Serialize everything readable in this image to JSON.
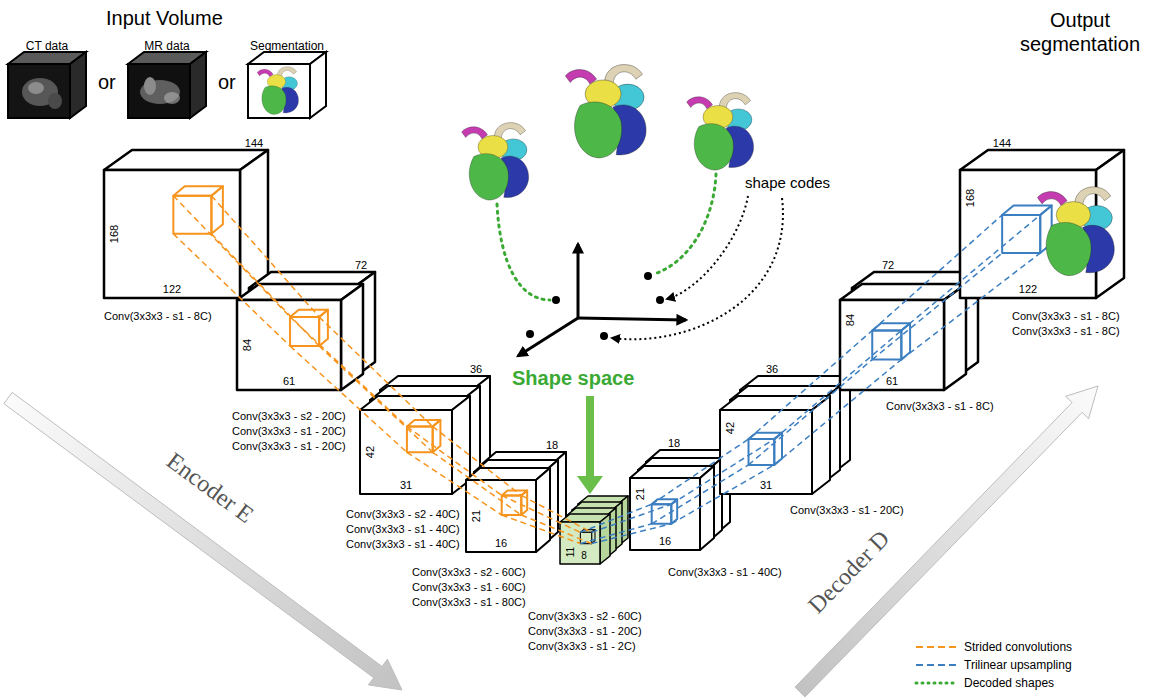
{
  "diagram": {
    "nodes": [
      {
        "text": [
          "144",
          "168",
          "122"
        ]
      },
      {
        "text": [
          "72",
          "84",
          "61"
        ]
      },
      {
        "text": [
          "36",
          "42",
          "31"
        ]
      },
      {
        "text": [
          "18",
          "21",
          "16"
        ]
      },
      {
        "text": [
          "11",
          "8"
        ]
      },
      {
        "text": [
          "18",
          "21",
          "16"
        ]
      },
      {
        "text": [
          "36",
          "42",
          "31"
        ]
      },
      {
        "text": [
          "72",
          "84",
          "61"
        ]
      },
      {
        "text": [
          "144",
          "168",
          "122"
        ]
      }
    ],
    "edges": [
      {
        "from": 0,
        "to": 1,
        "arrow": "none"
      },
      {
        "from": 1,
        "to": 2,
        "arrow": "none"
      },
      {
        "from": 2,
        "to": 3,
        "arrow": "none"
      },
      {
        "from": 3,
        "to": 4,
        "arrow": "none"
      },
      {
        "from": 4,
        "to": 5,
        "arrow": "none"
      },
      {
        "from": 5,
        "to": 6,
        "arrow": "none"
      },
      {
        "from": 6,
        "to": 7,
        "arrow": "none"
      },
      {
        "from": 7,
        "to": 8,
        "arrow": "none"
      }
    ],
    "labels": [
      "Input Volume",
      "CT data",
      "or",
      "MR data",
      "or",
      "Segmentation",
      "Output segmentation",
      "Shape space",
      "shape codes",
      "Conv(3x3x3 - s1 - 8C)",
      "Conv(3x3x3 - s2 - 20C)",
      "Conv(3x3x3 - s1 - 20C)",
      "Conv(3x3x3 - s1 - 20C)",
      "Conv(3x3x3 - s2 - 40C)",
      "Conv(3x3x3 - s1 - 40C)",
      "Conv(3x3x3 - s1 - 40C)",
      "Conv(3x3x3 - s2 - 60C)",
      "Conv(3x3x3 - s1 - 60C)",
      "Conv(3x3x3 - s1 - 80C)",
      "Conv(3x3x3 - s2 - 60C)",
      "Conv(3x3x3 - s1 - 20C)",
      "Conv(3x3x3 - s1 - 2C)",
      "Conv(3x3x3 - s1 - 40C)",
      "Conv(3x3x3 - s1 - 20C)",
      "Conv(3x3x3 - s1 - 8C)",
      "Conv(3x3x3 - s1 - 8C)",
      "Conv(3x3x3 - s1 - 8C)",
      "Encoder E",
      "Decoder D"
    ],
    "legend": [
      {
        "text": "Strided convolutions"
      },
      {
        "text": "Trilinear upsampling"
      },
      {
        "text": "Decoded shapes"
      }
    ]
  }
}
